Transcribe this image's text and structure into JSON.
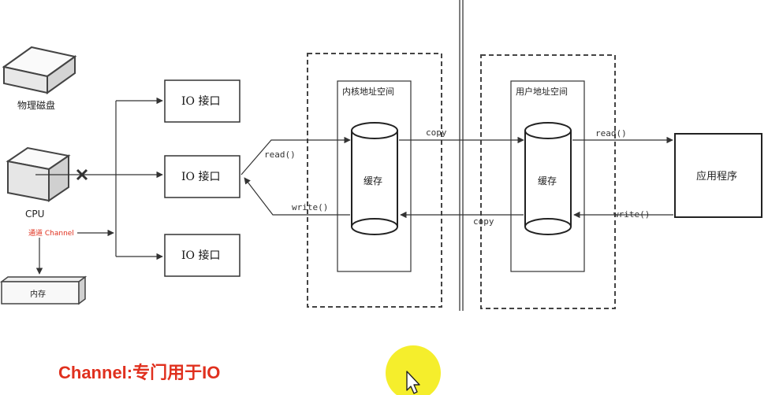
{
  "nodes": {
    "disk_label": "物理磁盘",
    "cpu_label": "CPU",
    "channel_label": "通道 Channel",
    "memory_label": "内存",
    "io_labels": [
      "IO 接口",
      "IO 接口",
      "IO 接口"
    ],
    "kernel_space_label": "内核地址空间",
    "user_space_label": "用户地址空间",
    "buffer_label": "缓存",
    "app_label": "应用程序"
  },
  "edges": {
    "read": "read()",
    "write": "write()",
    "copy": "copy"
  },
  "caption": "Channel:专门用于IO",
  "colors": {
    "accent": "#e0301e",
    "cursor_highlight": "#f5ee2c"
  },
  "icons": [
    "cursor-icon",
    "blocked-x-icon"
  ]
}
